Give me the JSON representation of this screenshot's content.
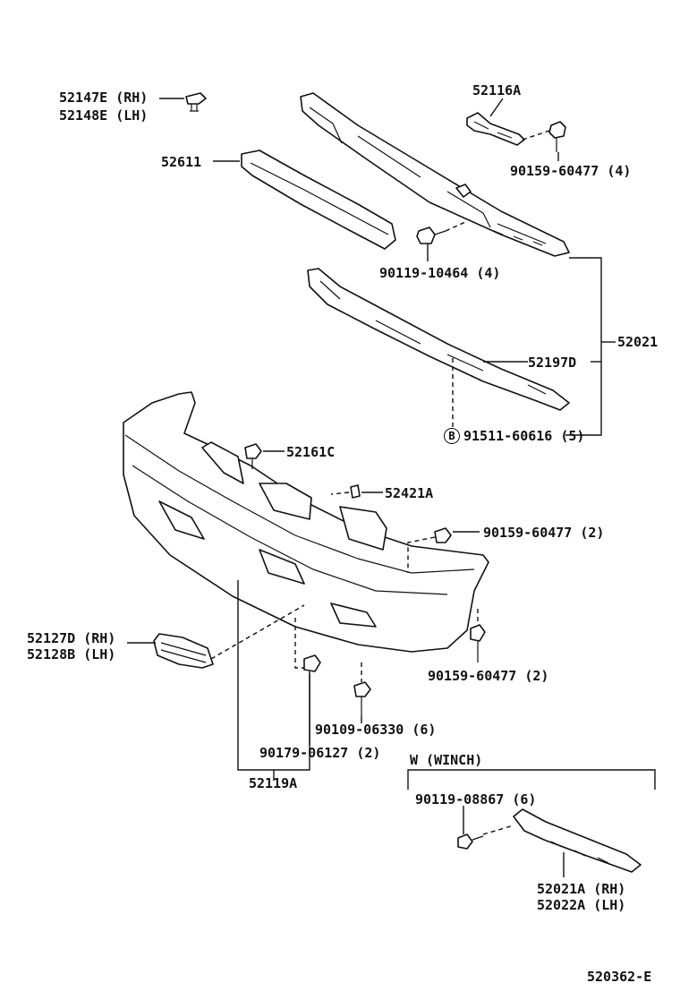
{
  "diagram_id": "520362-E",
  "labels": {
    "p52147E": "52147E (RH)",
    "p52148E": "52148E (LH)",
    "p52116A": "52116A",
    "p52611": "52611",
    "p90159_60477_4": "90159-60477 (4)",
    "p90119_10464": "90119-10464 (4)",
    "p52021": "52021",
    "p52197D": "52197D",
    "p91511_60616": "91511-60616 (5)",
    "p91511_marker": "B",
    "p52161C": "52161C",
    "p52421A": "52421A",
    "p90159_60477_2a": "90159-60477 (2)",
    "p52127D": "52127D (RH)",
    "p52128B": "52128B (LH)",
    "p90159_60477_2b": "90159-60477 (2)",
    "p90109_06330": "90109-06330 (6)",
    "p90179_06127": "90179-06127 (2)",
    "p52119A": "52119A",
    "winch_heading": "W (WINCH)",
    "p90119_08867": "90119-08867 (6)",
    "p52021A": "52021A (RH)",
    "p52022A": "52022A (LH)"
  }
}
